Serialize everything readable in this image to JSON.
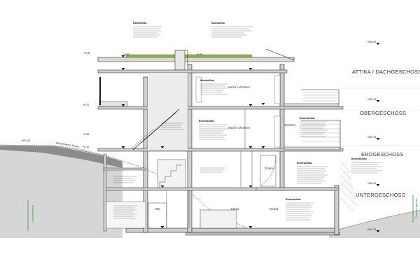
{
  "floors": {
    "attika": "ATTIKA / DACHGESCHOSS",
    "ober": "OBERGESCHOSS",
    "erd": "ERDGESCHOSS",
    "unter": "UNTERGESCHOSS"
  },
  "levels": {
    "top_right": "+955,30",
    "og_right": "+952,10",
    "eg_right": "+949,15",
    "ug_right": "+946,25",
    "bottom_right": "+944,70",
    "left_roof": "+10,40",
    "left_terrace": "+6,70",
    "left_terrain": "+951,40",
    "left_upper": "+5,55",
    "left_mid": "+0,10",
    "roof_a": "+9,55",
    "roof_b": "+9,45"
  },
  "small_labels": {
    "terrain": "gewachsenes Terrain",
    "property_line": "Parzellengrenze",
    "left_green": "Grenzabstand"
  },
  "rooms": {
    "kueche_wohnen_og": "Küche / Wohnen",
    "kueche_wohnen_eg": "Küche / Wohnen",
    "zimmer": "Zimmer",
    "terrasse": "Terrasse",
    "wc": "WC",
    "kueche_ug": "Küche",
    "reduit": "Reduit"
  },
  "layer_blocks": {
    "roof_title": "Dachaufbau",
    "roof_title2": "Dachaufbau",
    "wall_title": "Wandaufbau",
    "floor_title": "Bodenaufbau",
    "floor_title2": "Bodenaufbau",
    "floor_title3": "Bodenaufbau",
    "ext_title": "Bodenaufbau",
    "base_title": "Bodenaufbau"
  },
  "colors": {
    "line": "#1a1a1a",
    "ground": "#8c8c8c",
    "ground_fill": "#d4d4d4",
    "stair_fill": "#e9e9e9",
    "accent_green": "#2e9b3a",
    "roof_green": "#8fae4a",
    "level_marker": "#111111"
  }
}
